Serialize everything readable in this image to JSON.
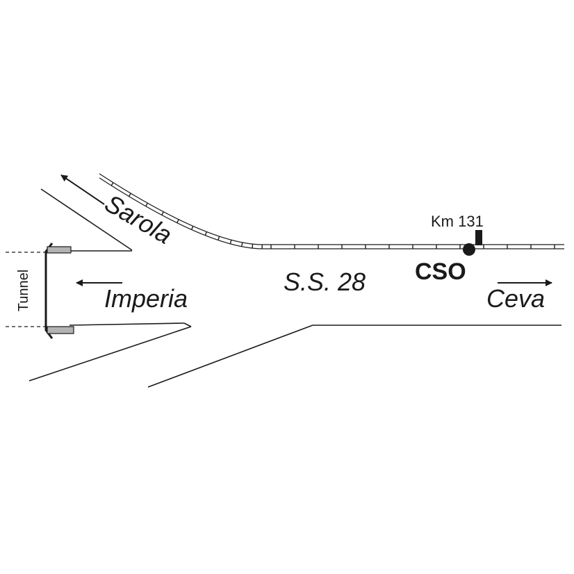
{
  "labels": {
    "sarola": "Sarola",
    "imperia": "Imperia",
    "road": "S.S. 28",
    "ceva": "Ceva",
    "station": "CSO",
    "km_marker": "Km 131",
    "tunnel": "Tunnel"
  },
  "colors": {
    "line": "#1a1a1a",
    "tunnel_portal": "#b3b3b3",
    "background": "#ffffff"
  },
  "icons": {
    "direction_arrow": "arrow-icon",
    "station_marker": "station-dot-icon",
    "km_post": "km-post-icon"
  }
}
